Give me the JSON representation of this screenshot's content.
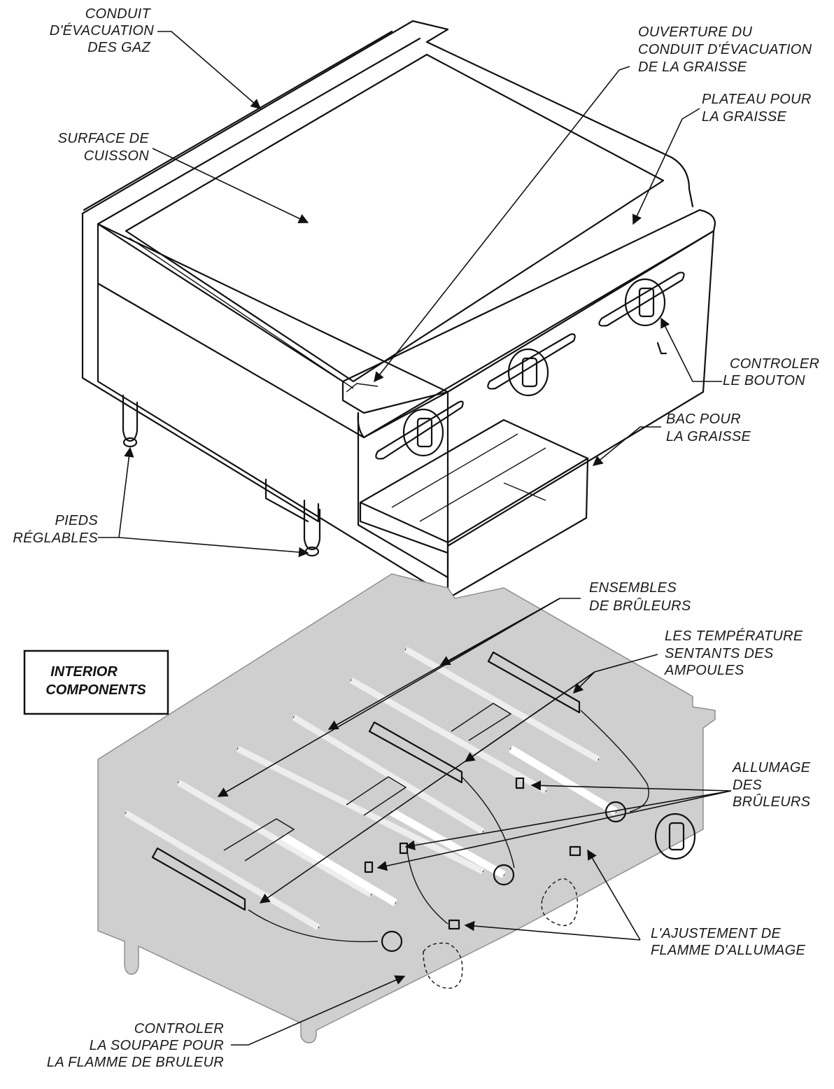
{
  "labels": {
    "conduit_gaz": [
      "CONDUIT",
      "D'ÉVACUATION",
      "DES GAZ"
    ],
    "ouverture": [
      "OUVERTURE DU",
      "CONDUIT D'ÉVACUATION",
      "DE LA GRAISSE"
    ],
    "surface": [
      "SURFACE DE",
      "CUISSON"
    ],
    "plateau": [
      "PLATEAU POUR",
      "LA GRAISSE"
    ],
    "controler_bouton": [
      "CONTROLER",
      "LE BOUTON"
    ],
    "bac": [
      "BAC POUR",
      "LA GRAISSE"
    ],
    "pieds": [
      "PIEDS",
      "RÉGLABLES"
    ],
    "ensembles": [
      "ENSEMBLES",
      "DE BRÛLEURS"
    ],
    "temperature": [
      "LES TEMPÉRATURE",
      "SENTANTS DES",
      "AMPOULES"
    ],
    "interior": [
      "INTERIOR",
      "COMPONENTS"
    ],
    "allumage": [
      "ALLUMAGE",
      "DES",
      "BRÛLEURS"
    ],
    "ajustement": [
      "L'AJUSTEMENT DE",
      "FLAMME D'ALLUMAGE"
    ],
    "soupape": [
      "CONTROLER",
      "LA SOUPAPE POUR",
      "LA FLAMME DE BRULEUR"
    ]
  }
}
